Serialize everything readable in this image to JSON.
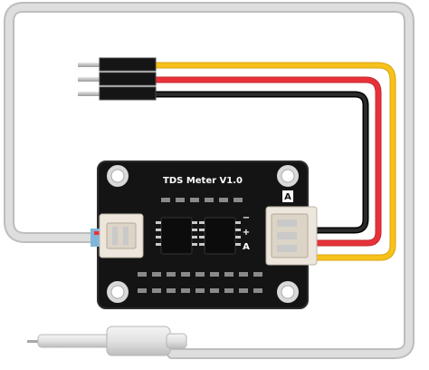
{
  "board": {
    "title": "TDS Meter V1.0",
    "connector_label": "A",
    "pin_labels": [
      "−",
      "+",
      "A"
    ]
  },
  "colors": {
    "pcb": "#141414",
    "wire_yellow": "#f6c21a",
    "wire_red": "#e8323a",
    "wire_black": "#1a1a1a",
    "probe_cable": "#dadada",
    "connector_body": "#ece6dc",
    "pin_metal": "#c9c9c9"
  }
}
